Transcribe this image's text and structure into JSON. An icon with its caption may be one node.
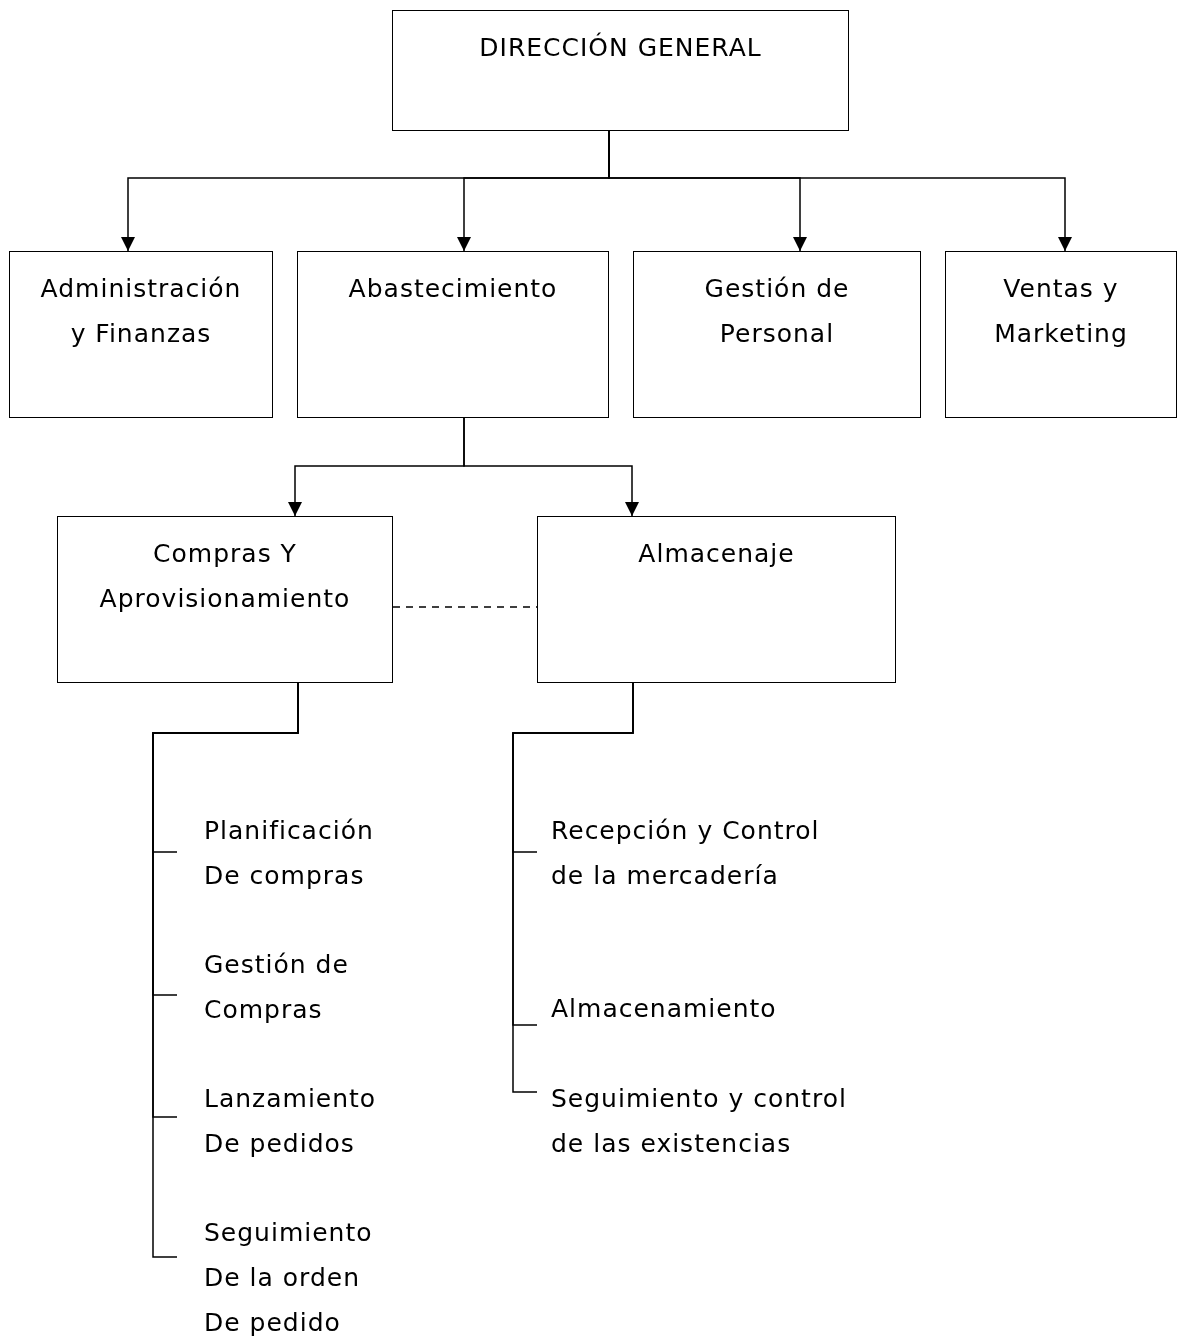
{
  "diagram": {
    "nodes": [
      {
        "text": [
          "DIRECCIÓN GENERAL"
        ]
      },
      {
        "text": [
          "Administración y Finanzas"
        ]
      },
      {
        "text": [
          "Abastecimiento"
        ]
      },
      {
        "text": [
          "Gestión de Personal"
        ]
      },
      {
        "text": [
          "Ventas y Marketing"
        ]
      },
      {
        "text": [
          "Compras Y Aprovisionamiento"
        ]
      },
      {
        "text": [
          "Almacenaje"
        ]
      },
      {
        "text": [
          "Planificación De compras"
        ]
      },
      {
        "text": [
          "Gestión de Compras"
        ]
      },
      {
        "text": [
          "Lanzamiento De pedidos"
        ]
      },
      {
        "text": [
          "Seguimiento De la orden De pedido"
        ]
      },
      {
        "text": [
          "Recepción y Control de la mercadería"
        ]
      },
      {
        "text": [
          "Almacenamiento"
        ]
      },
      {
        "text": [
          "Seguimiento y control de las existencias"
        ]
      }
    ],
    "edges": [
      {
        "from": 0,
        "to": 1,
        "arrow": "to"
      },
      {
        "from": 0,
        "to": 2,
        "arrow": "to"
      },
      {
        "from": 0,
        "to": 3,
        "arrow": "to"
      },
      {
        "from": 0,
        "to": 4,
        "arrow": "to"
      },
      {
        "from": 2,
        "to": 5,
        "arrow": "to"
      },
      {
        "from": 2,
        "to": 6,
        "arrow": "to"
      },
      {
        "from": 5,
        "to": 6,
        "arrow": "none",
        "style": "dashed"
      },
      {
        "from": 5,
        "to": 7,
        "arrow": "none"
      },
      {
        "from": 5,
        "to": 8,
        "arrow": "none"
      },
      {
        "from": 5,
        "to": 9,
        "arrow": "none"
      },
      {
        "from": 5,
        "to": 10,
        "arrow": "none"
      },
      {
        "from": 6,
        "to": 11,
        "arrow": "none"
      },
      {
        "from": 6,
        "to": 12,
        "arrow": "none"
      },
      {
        "from": 6,
        "to": 13,
        "arrow": "none"
      }
    ]
  }
}
